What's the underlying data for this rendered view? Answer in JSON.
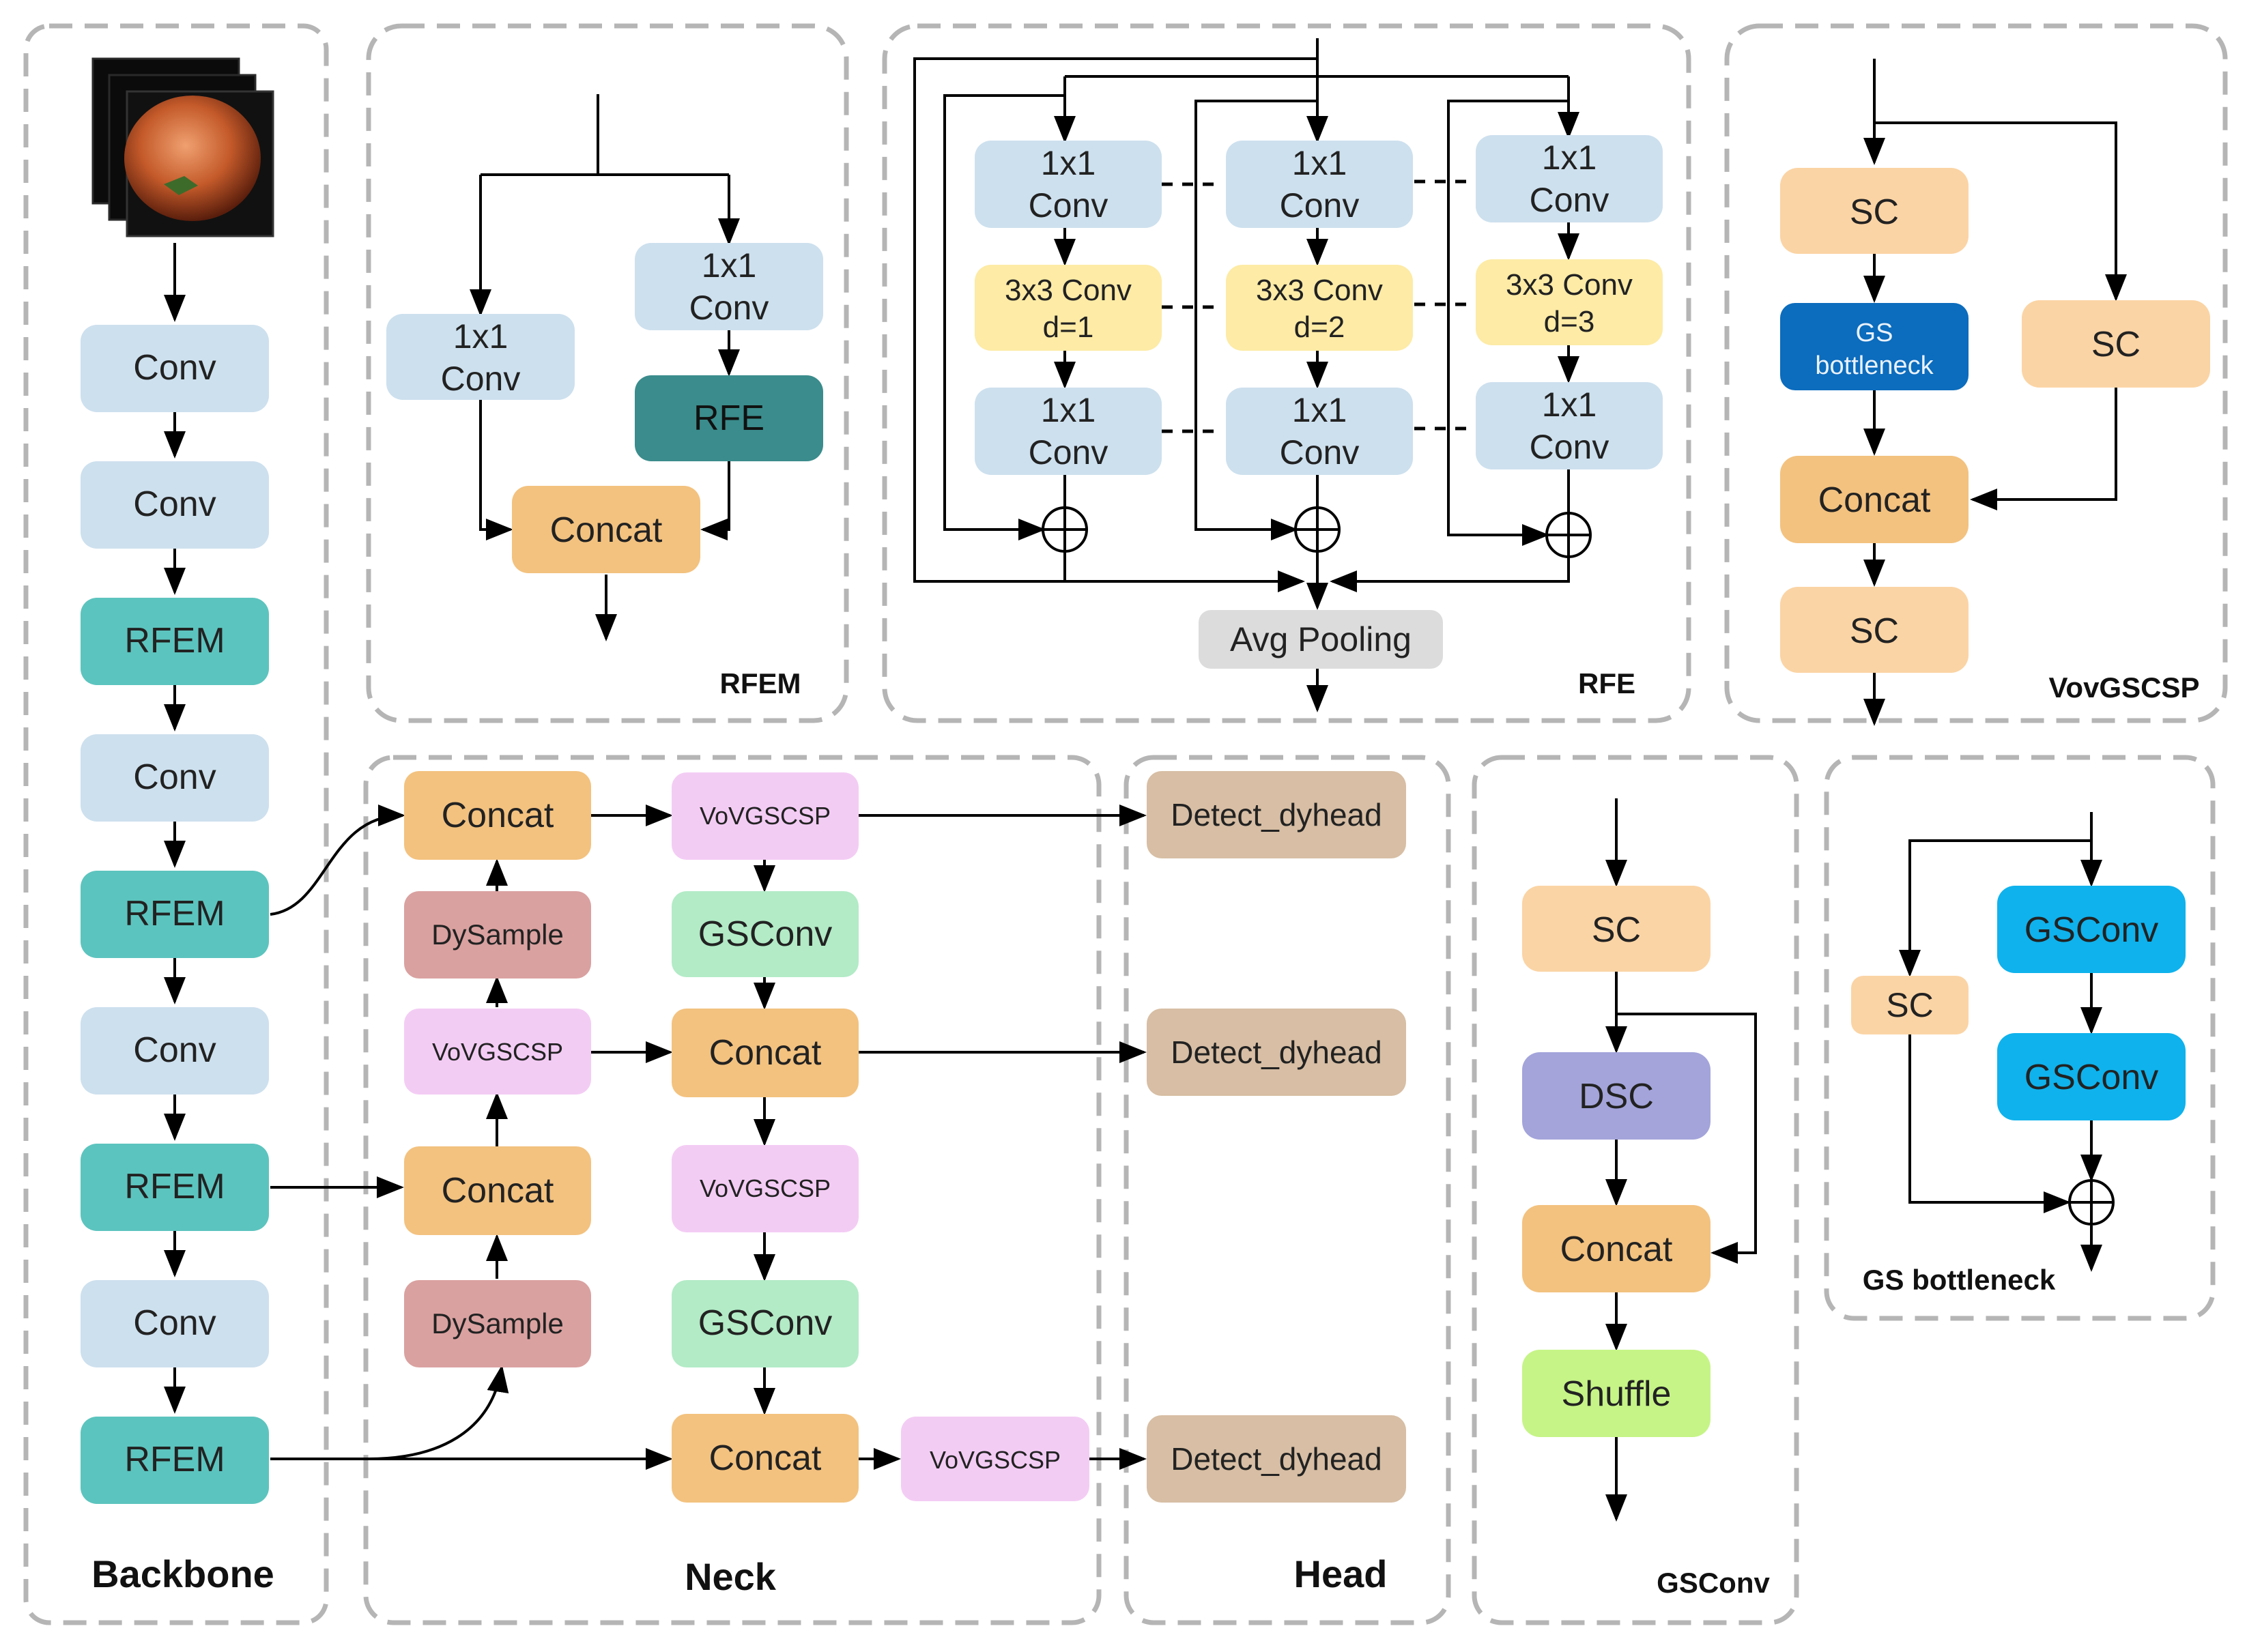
{
  "colors": {
    "light_blue": "#cde0ee",
    "teal": "#5cc4be",
    "dark_teal": "#3b8c8c",
    "orange": "#f3c27f",
    "peach": "#fbd4a5",
    "yellow": "#fdeba6",
    "pink": "#f3ccf4",
    "green": "#b2ebc6",
    "rose": "#d9a1a0",
    "tan": "#d7bea4",
    "gray": "#dcdcdc",
    "gs_bottleneck_blue": "#0c6cbd",
    "gsconv_cyan": "#0fb2ec",
    "dsc_purple": "#a4a4db",
    "shuffle_green": "#c6f487",
    "dashed_border": "#b5b5b5"
  },
  "panels": {
    "backbone": {
      "title": "Backbone"
    },
    "neck": {
      "title": "Neck"
    },
    "head": {
      "title": "Head"
    },
    "rfem": {
      "title": "RFEM"
    },
    "rfe": {
      "title": "RFE"
    },
    "vovgscsp": {
      "title": "VovGSCSP"
    },
    "gsconv": {
      "title": "GSConv"
    },
    "gs_bottleneck": {
      "title": "GS bottleneck"
    }
  },
  "labels": {
    "conv": "Conv",
    "rfem": "RFEM",
    "concat": "Concat",
    "vovgscsp": "VoVGSCSP",
    "gsconv": "GSConv",
    "dysample": "DySample",
    "detect_dyhead": "Detect_dyhead",
    "conv1x1": [
      "1x1",
      "Conv"
    ],
    "rfe": "RFE",
    "conv3x3_d1": [
      "3x3 Conv",
      "d=1"
    ],
    "conv3x3_d2": [
      "3x3 Conv",
      "d=2"
    ],
    "conv3x3_d3": [
      "3x3 Conv",
      "d=3"
    ],
    "avg_pooling": "Avg Pooling",
    "sc": "SC",
    "gs_bottleneck": [
      "GS",
      "bottleneck"
    ],
    "dsc": "DSC",
    "shuffle": "Shuffle"
  },
  "input_image": {
    "description_icon": "tomato-photo-stack-icon"
  }
}
